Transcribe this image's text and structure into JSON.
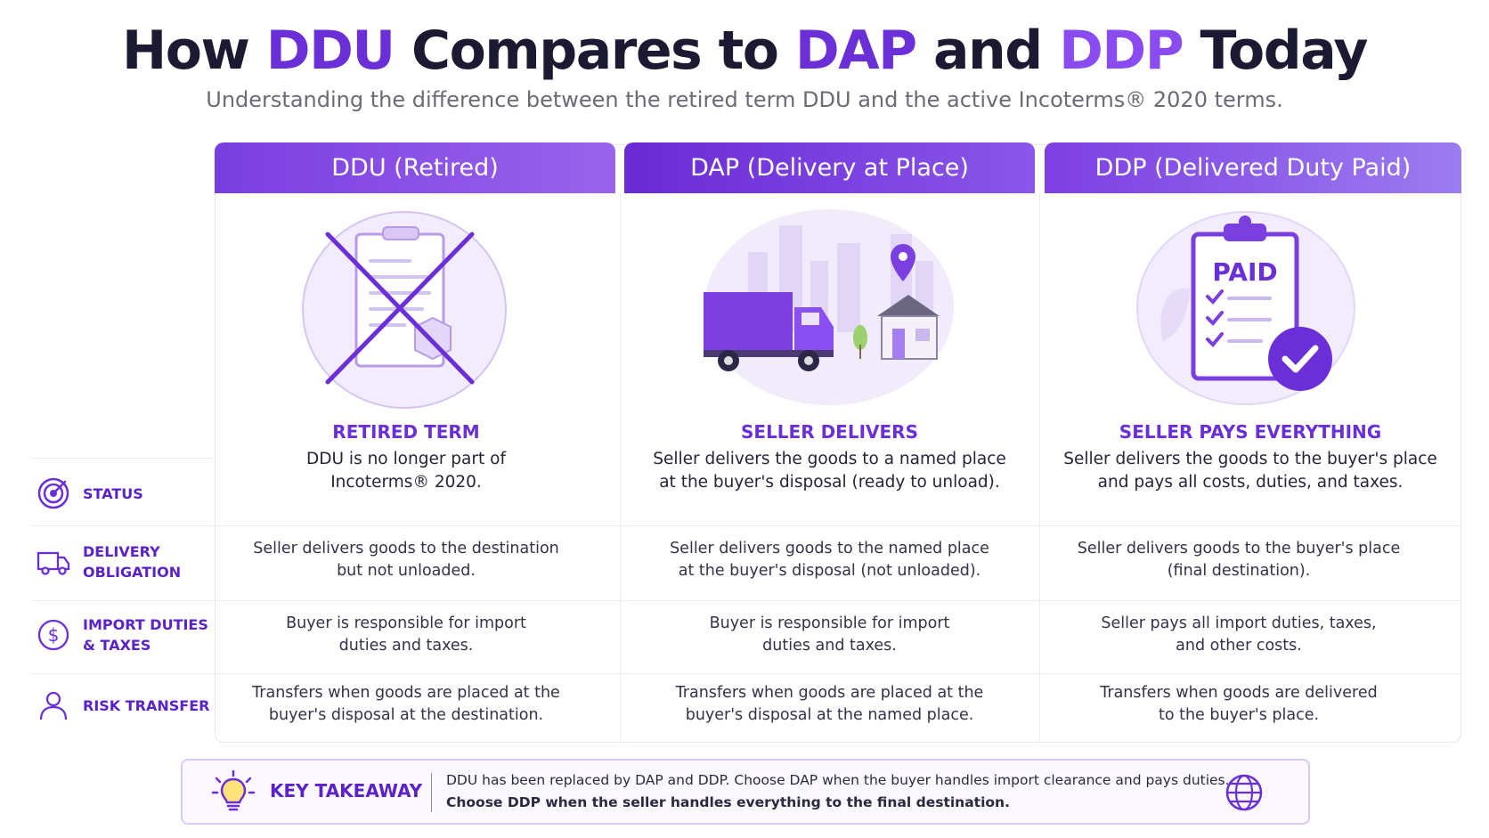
{
  "title": {
    "part1": "How ",
    "ddu": "DDU",
    "part2": " Compares to ",
    "dap": "DAP",
    "part3": " and ",
    "ddp": "DDP",
    "part4": " Today"
  },
  "subtitle": "Understanding the difference between the retired term DDU and the active Incoterms® 2020 terms.",
  "columns": [
    {
      "header": "DDU (Retired)",
      "kicker": "RETIRED TERM",
      "desc_line1": "DDU is no longer part of",
      "desc_line2": "Incoterms® 2020.",
      "illustration": "crossed-out-document-icon"
    },
    {
      "header": "DAP (Delivery at Place)",
      "kicker": "SELLER DELIVERS",
      "desc_line1": "Seller delivers the goods to a named place",
      "desc_line2": "at the buyer's disposal (ready to unload).",
      "illustration": "truck-to-house-icon"
    },
    {
      "header": "DDP (Delivered Duty Paid)",
      "kicker": "SELLER PAYS EVERYTHING",
      "desc_line1": "Seller delivers the goods to the buyer's place",
      "desc_line2": "and pays all costs, duties, and taxes.",
      "illustration": "paid-clipboard-icon",
      "paid_text": "PAID"
    }
  ],
  "rows": [
    {
      "label_line1": "STATUS",
      "label_line2": "",
      "icon": "target-icon"
    },
    {
      "label_line1": "DELIVERY",
      "label_line2": "OBLIGATION",
      "icon": "delivery-truck-icon",
      "cells": [
        [
          "Seller delivers goods to the destination",
          "but not unloaded."
        ],
        [
          "Seller delivers goods to the named place",
          "at the buyer's disposal (not unloaded)."
        ],
        [
          "Seller delivers goods to the buyer's place",
          "(final destination)."
        ]
      ]
    },
    {
      "label_line1": "IMPORT DUTIES",
      "label_line2": "& TAXES",
      "icon": "dollar-icon",
      "cells": [
        [
          "Buyer is responsible for import",
          "duties and taxes."
        ],
        [
          "Buyer is responsible for import",
          "duties and taxes."
        ],
        [
          "Seller pays all import duties, taxes,",
          "and other costs."
        ]
      ]
    },
    {
      "label_line1": "RISK TRANSFER",
      "label_line2": "",
      "icon": "person-icon",
      "cells": [
        [
          "Transfers when goods are placed at the",
          "buyer's disposal at the destination."
        ],
        [
          "Transfers when goods are placed at the",
          "buyer's disposal at the named place."
        ],
        [
          "Transfers when goods are delivered",
          "to the buyer's place."
        ]
      ]
    }
  ],
  "takeaway": {
    "label": "KEY TAKEAWAY",
    "line1": "DDU has been replaced by DAP and DDP. Choose DAP when the buyer handles import clearance and pays duties.",
    "line2": "Choose DDP when the seller handles everything to the final destination.",
    "icons": [
      "lightbulb-icon",
      "globe-icon"
    ]
  },
  "colors": {
    "accent": "#6a2fd6",
    "accent_light": "#9a63ec",
    "title_dark": "#1c1a33",
    "subtitle_gray": "#6b6a78"
  }
}
